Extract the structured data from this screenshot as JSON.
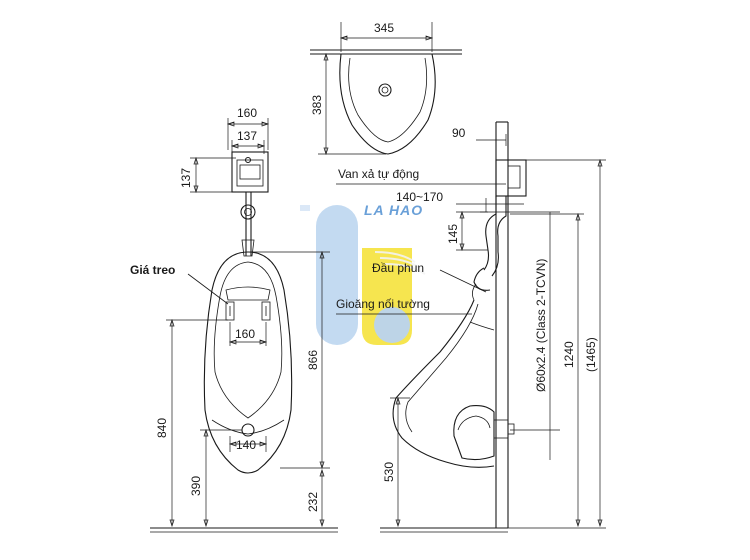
{
  "labels": {
    "gia_treo": "Giá treo",
    "van_xa": "Van xả tự động",
    "dau_phun": "Đầu phun",
    "gioang": "Gioăng nối tường",
    "pipe_spec": "Ø60x2.4 (Class 2-TCVN)"
  },
  "dims": {
    "d345": "345",
    "d383": "383",
    "d160_top": "160",
    "d137_w": "137",
    "d137_h": "137",
    "d90": "90",
    "d140_170": "140~170",
    "d145": "145",
    "d160_mid": "160",
    "d866": "866",
    "d840": "840",
    "d140_bot": "140",
    "d390": "390",
    "d232": "232",
    "d530": "530",
    "d1240": "1240",
    "d1465": "(1465)"
  },
  "watermark": {
    "text": "LA HAO",
    "colors": {
      "blue": "#b9d3ef",
      "yellow": "#f5e23c",
      "light_blue": "#dbe8f7"
    }
  }
}
